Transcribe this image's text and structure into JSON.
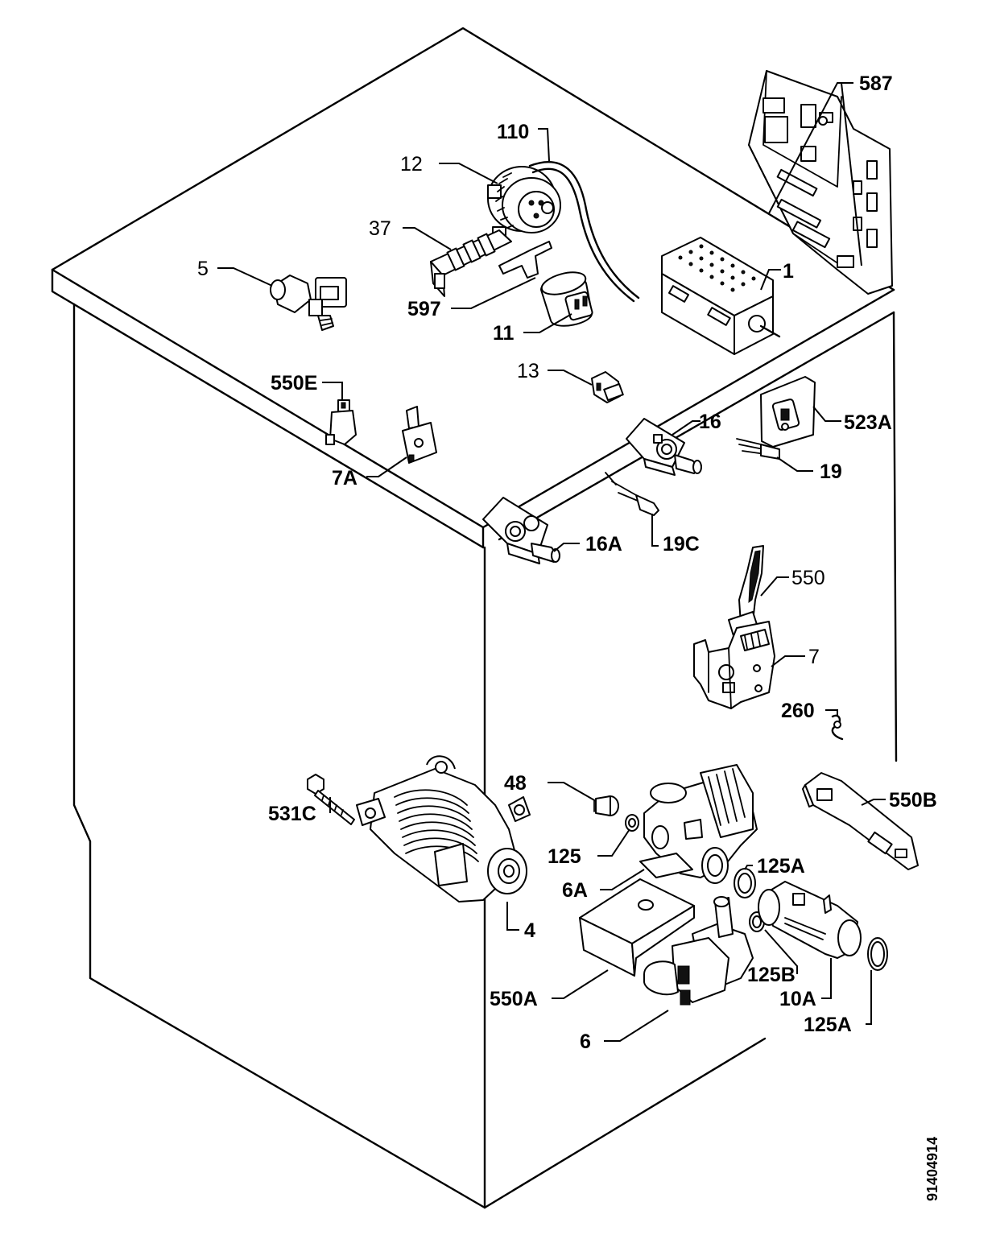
{
  "doc_code": "91404914",
  "labels": {
    "l587": "587",
    "l110": "110",
    "l12": "12",
    "l37": "37",
    "l5": "5",
    "l597": "597",
    "l11": "11",
    "l1": "1",
    "l13": "13",
    "l550E": "550E",
    "l523A": "523A",
    "l16": "16",
    "l7A": "7A",
    "l19": "19",
    "l16A": "16A",
    "l19C": "19C",
    "l550": "550",
    "l7": "7",
    "l260": "260",
    "l48": "48",
    "l531C": "531C",
    "l550B": "550B",
    "l125": "125",
    "l125A_top": "125A",
    "l6A": "6A",
    "l4": "4",
    "l125B": "125B",
    "l550A": "550A",
    "l10A": "10A",
    "l125A_bottom": "125A",
    "l6": "6"
  }
}
